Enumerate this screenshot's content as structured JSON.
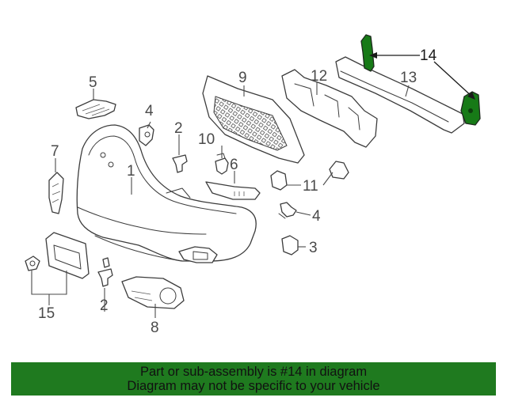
{
  "diagram": {
    "callouts": {
      "c1": "1",
      "c2a": "2",
      "c2b": "2",
      "c3": "3",
      "c4a": "4",
      "c4b": "4",
      "c5": "5",
      "c6": "6",
      "c7": "7",
      "c8": "8",
      "c9": "9",
      "c10": "10",
      "c11": "11",
      "c12": "12",
      "c13": "13",
      "c14": "14",
      "c15": "15"
    },
    "highlight_color": "#177a17"
  },
  "banner": {
    "line1": "Part or sub-assembly is #14 in diagram",
    "line2": "Diagram may not be specific to your vehicle",
    "color": "#1f7a1f"
  }
}
